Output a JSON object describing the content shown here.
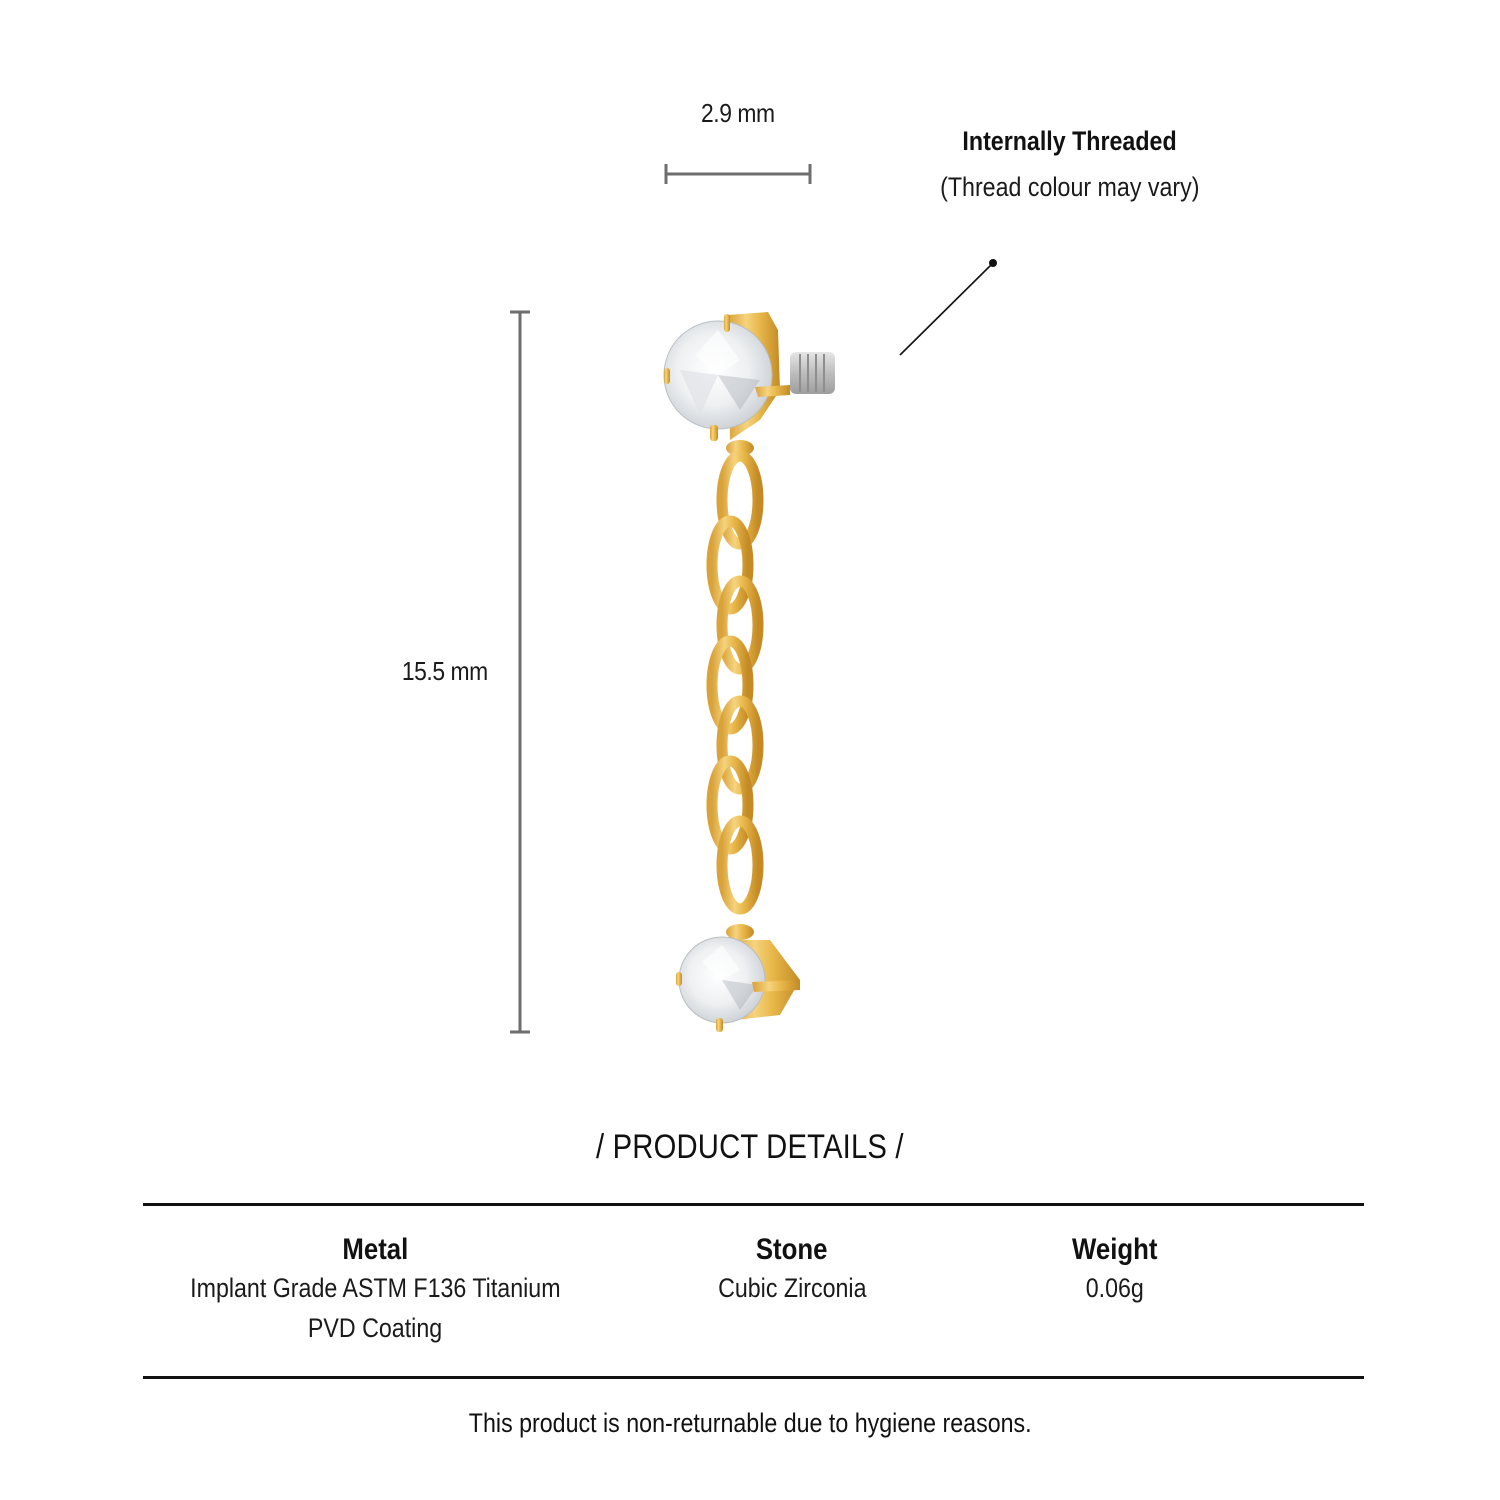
{
  "dimensions": {
    "width_label": "2.9 mm",
    "height_label": "15.5 mm"
  },
  "callout": {
    "title": "Internally Threaded",
    "note": "(Thread colour may vary)"
  },
  "product_image": {
    "description": "Gold PVD titanium chain dangle with two prong-set cubic zirconia stones and silver internal thread",
    "chain_links": 9
  },
  "details": {
    "title": "/ PRODUCT DETAILS /",
    "columns": [
      {
        "heading": "Metal",
        "lines": [
          "Implant Grade ASTM F136 Titanium",
          "PVD Coating"
        ]
      },
      {
        "heading": "Stone",
        "lines": [
          "Cubic Zirconia"
        ]
      },
      {
        "heading": "Weight",
        "lines": [
          "0.06g"
        ]
      }
    ]
  },
  "footer": {
    "note": "This product is non-returnable due to hygiene reasons."
  },
  "colors": {
    "gold": "#E8B84A",
    "gold_dark": "#C9932C",
    "gold_light": "#F7DB8E",
    "dimension_line": "#6e6e6e",
    "text": "#111111",
    "thread": "#C8C8C8"
  }
}
